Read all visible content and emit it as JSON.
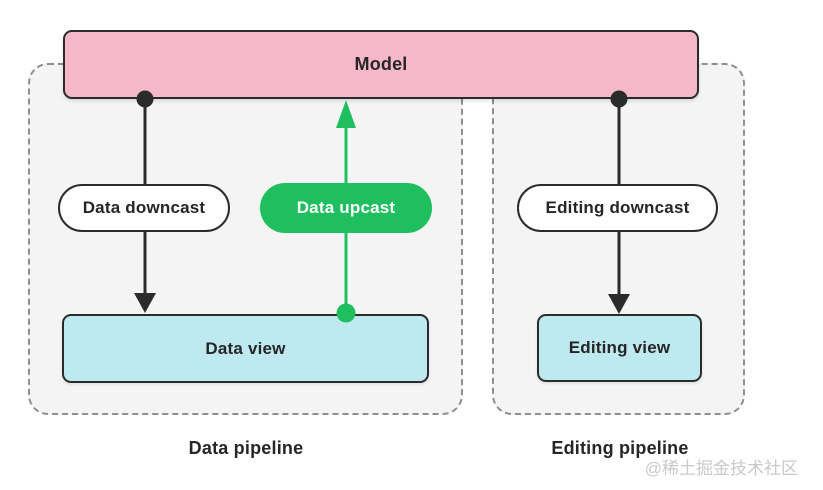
{
  "diagram": {
    "model_label": "Model",
    "pipelines": [
      {
        "name": "data",
        "caption": "Data pipeline",
        "view_label": "Data view",
        "pills": [
          {
            "label": "Data downcast",
            "style": "outline",
            "direction": "model-to-view"
          },
          {
            "label": "Data upcast",
            "style": "green",
            "direction": "view-to-model"
          }
        ]
      },
      {
        "name": "editing",
        "caption": "Editing pipeline",
        "view_label": "Editing view",
        "pills": [
          {
            "label": "Editing downcast",
            "style": "outline",
            "direction": "model-to-view"
          }
        ]
      }
    ]
  },
  "watermark": "@稀土掘金技术社区",
  "colors": {
    "model_fill": "#f5b8cb",
    "view_fill": "#bfe9f0",
    "green": "#1fbf5f",
    "stroke": "#2b2b2b",
    "text": "#262626",
    "panel_fill": "#f4f4f4",
    "panel_border": "#8f8f8f",
    "watermark": "#c9c9c9"
  }
}
